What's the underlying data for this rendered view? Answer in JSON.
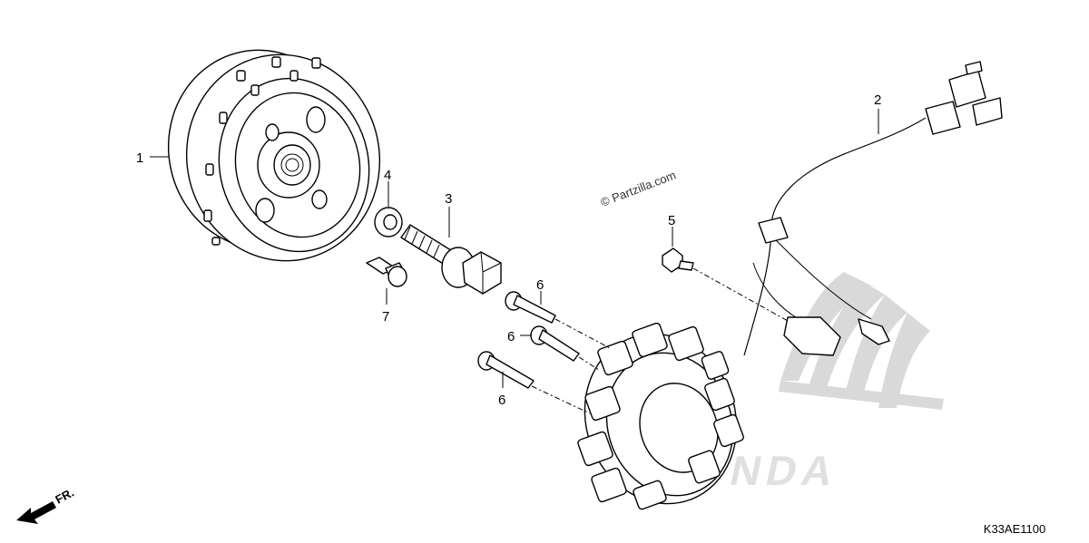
{
  "watermark": {
    "site": "© Partzilla.com",
    "logo_letters": "HONDA"
  },
  "callouts": [
    {
      "id": "flywheel",
      "label": "1"
    },
    {
      "id": "wire-harness",
      "label": "2"
    },
    {
      "id": "flange-bolt",
      "label": "3"
    },
    {
      "id": "washer",
      "label": "4"
    },
    {
      "id": "bolt-upper",
      "label": "5"
    },
    {
      "id": "stator-bolt-a",
      "label": "6"
    },
    {
      "id": "stator-bolt-b",
      "label": "6"
    },
    {
      "id": "stator-bolt-c",
      "label": "6"
    },
    {
      "id": "small-bolt",
      "label": "7"
    }
  ],
  "direction_indicator": {
    "label": "FR."
  },
  "diagram_code": "K33AE1100"
}
